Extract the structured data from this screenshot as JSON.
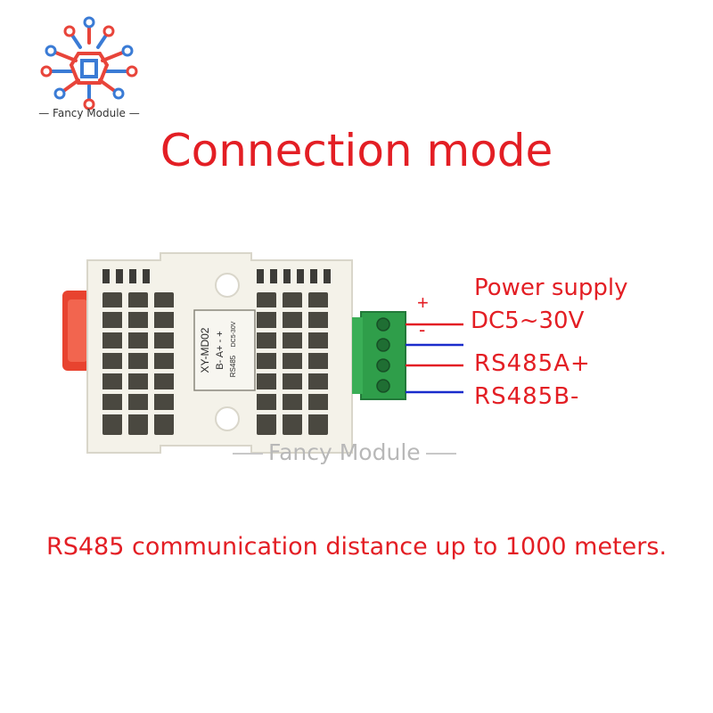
{
  "logo": {
    "text": "— Fancy Module —"
  },
  "title": "Connection mode",
  "device": {
    "model": "XY-MD02",
    "terminal_labels": "B-  A+   -   +",
    "bus_label": "RS485",
    "power_label": "DC5-30V"
  },
  "wiring": {
    "power_supply": "Power supply",
    "dc_range": "DC5~30V",
    "plus": "+",
    "minus": "-",
    "rs485a": "RS485A+",
    "rs485b": "RS485B-"
  },
  "watermark": "Fancy Module",
  "footer": "RS485 communication distance up to 1000 meters.",
  "colors": {
    "label_red": "#e31e24",
    "wire_blue": "#1a2ccc",
    "wire_red": "#e31e24",
    "terminal_green": "#2f9e4a",
    "enclosure": "#f4f2e9"
  }
}
